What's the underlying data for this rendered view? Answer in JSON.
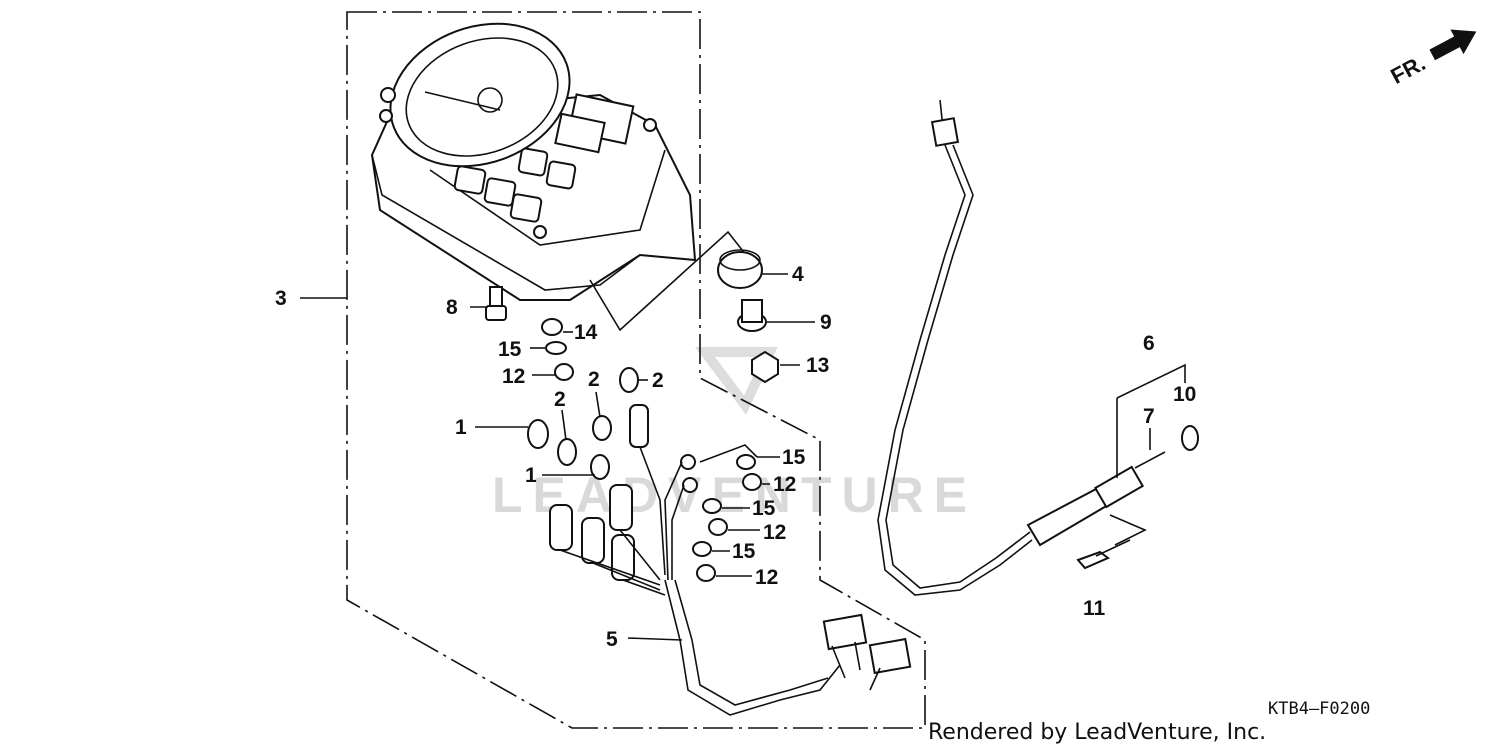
{
  "diagram": {
    "callouts": [
      {
        "id": "1a",
        "text": "1"
      },
      {
        "id": "1b",
        "text": "1"
      },
      {
        "id": "2a",
        "text": "2"
      },
      {
        "id": "2b",
        "text": "2"
      },
      {
        "id": "2c",
        "text": "2"
      },
      {
        "id": "3",
        "text": "3"
      },
      {
        "id": "4",
        "text": "4"
      },
      {
        "id": "5",
        "text": "5"
      },
      {
        "id": "6",
        "text": "6"
      },
      {
        "id": "7",
        "text": "7"
      },
      {
        "id": "8",
        "text": "8"
      },
      {
        "id": "9",
        "text": "9"
      },
      {
        "id": "10",
        "text": "10"
      },
      {
        "id": "11",
        "text": "11"
      },
      {
        "id": "12a",
        "text": "12"
      },
      {
        "id": "12b",
        "text": "12"
      },
      {
        "id": "12c",
        "text": "12"
      },
      {
        "id": "12d",
        "text": "12"
      },
      {
        "id": "13",
        "text": "13"
      },
      {
        "id": "14",
        "text": "14"
      },
      {
        "id": "15a",
        "text": "15"
      },
      {
        "id": "15b",
        "text": "15"
      },
      {
        "id": "15c",
        "text": "15"
      },
      {
        "id": "15d",
        "text": "15"
      }
    ],
    "direction_label": "FR.",
    "watermark": "LEADVENTURE",
    "diagram_code": "KTB4—F0200",
    "footer": "Rendered by LeadVenture, Inc."
  }
}
